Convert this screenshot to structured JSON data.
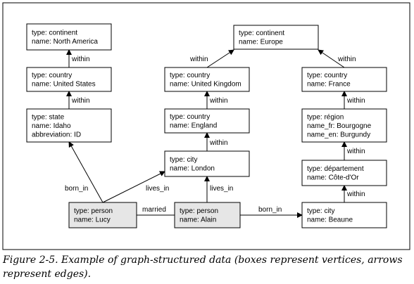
{
  "nodes": [
    {
      "id": "north_america",
      "lines": [
        "type: continent",
        "name: North America"
      ]
    },
    {
      "id": "united_states",
      "lines": [
        "type: country",
        "name: United States"
      ]
    },
    {
      "id": "idaho",
      "lines": [
        "type: state",
        "name: Idaho",
        "abbreviation: ID"
      ]
    },
    {
      "id": "europe",
      "lines": [
        "type: continent",
        "name: Europe"
      ]
    },
    {
      "id": "united_kingdom",
      "lines": [
        "type: country",
        "name: United Kingdom"
      ]
    },
    {
      "id": "england",
      "lines": [
        "type: country",
        "name: England"
      ]
    },
    {
      "id": "london",
      "lines": [
        "type: city",
        "name: London"
      ]
    },
    {
      "id": "france",
      "lines": [
        "type: country",
        "name: France"
      ]
    },
    {
      "id": "bourgogne",
      "lines": [
        "type: région",
        "name_fr: Bourgogne",
        "name_en: Burgundy"
      ]
    },
    {
      "id": "cote_dor",
      "lines": [
        "type: département",
        "name: Côte-d'Or"
      ]
    },
    {
      "id": "beaune",
      "lines": [
        "type: city",
        "name: Beaune"
      ]
    },
    {
      "id": "lucy",
      "lines": [
        "type: person",
        "name: Lucy"
      ],
      "highlight": true
    },
    {
      "id": "alain",
      "lines": [
        "type: person",
        "name: Alain"
      ],
      "highlight": true
    }
  ],
  "edges": [
    {
      "from": "united_states",
      "to": "north_america",
      "label": "within"
    },
    {
      "from": "idaho",
      "to": "united_states",
      "label": "within"
    },
    {
      "from": "united_kingdom",
      "to": "europe",
      "label": "within"
    },
    {
      "from": "england",
      "to": "united_kingdom",
      "label": "within"
    },
    {
      "from": "london",
      "to": "england",
      "label": "within"
    },
    {
      "from": "france",
      "to": "europe",
      "label": "within"
    },
    {
      "from": "bourgogne",
      "to": "france",
      "label": "within"
    },
    {
      "from": "cote_dor",
      "to": "bourgogne",
      "label": "within"
    },
    {
      "from": "beaune",
      "to": "cote_dor",
      "label": "within"
    },
    {
      "from": "lucy",
      "to": "idaho",
      "label": "born_in"
    },
    {
      "from": "lucy",
      "to": "london",
      "label": "lives_in"
    },
    {
      "from": "alain",
      "to": "london",
      "label": "lives_in"
    },
    {
      "from": "lucy",
      "to": "alain",
      "label": "married",
      "directed": false
    },
    {
      "from": "alain",
      "to": "beaune",
      "label": "born_in"
    }
  ],
  "caption": "Figure 2-5. Example of graph-structured data (boxes represent vertices, arrows represent edges).",
  "colors": {
    "highlight_fill": "#e6e6e6",
    "box_fill": "#ffffff",
    "stroke": "#000000",
    "frame": "#000000"
  }
}
